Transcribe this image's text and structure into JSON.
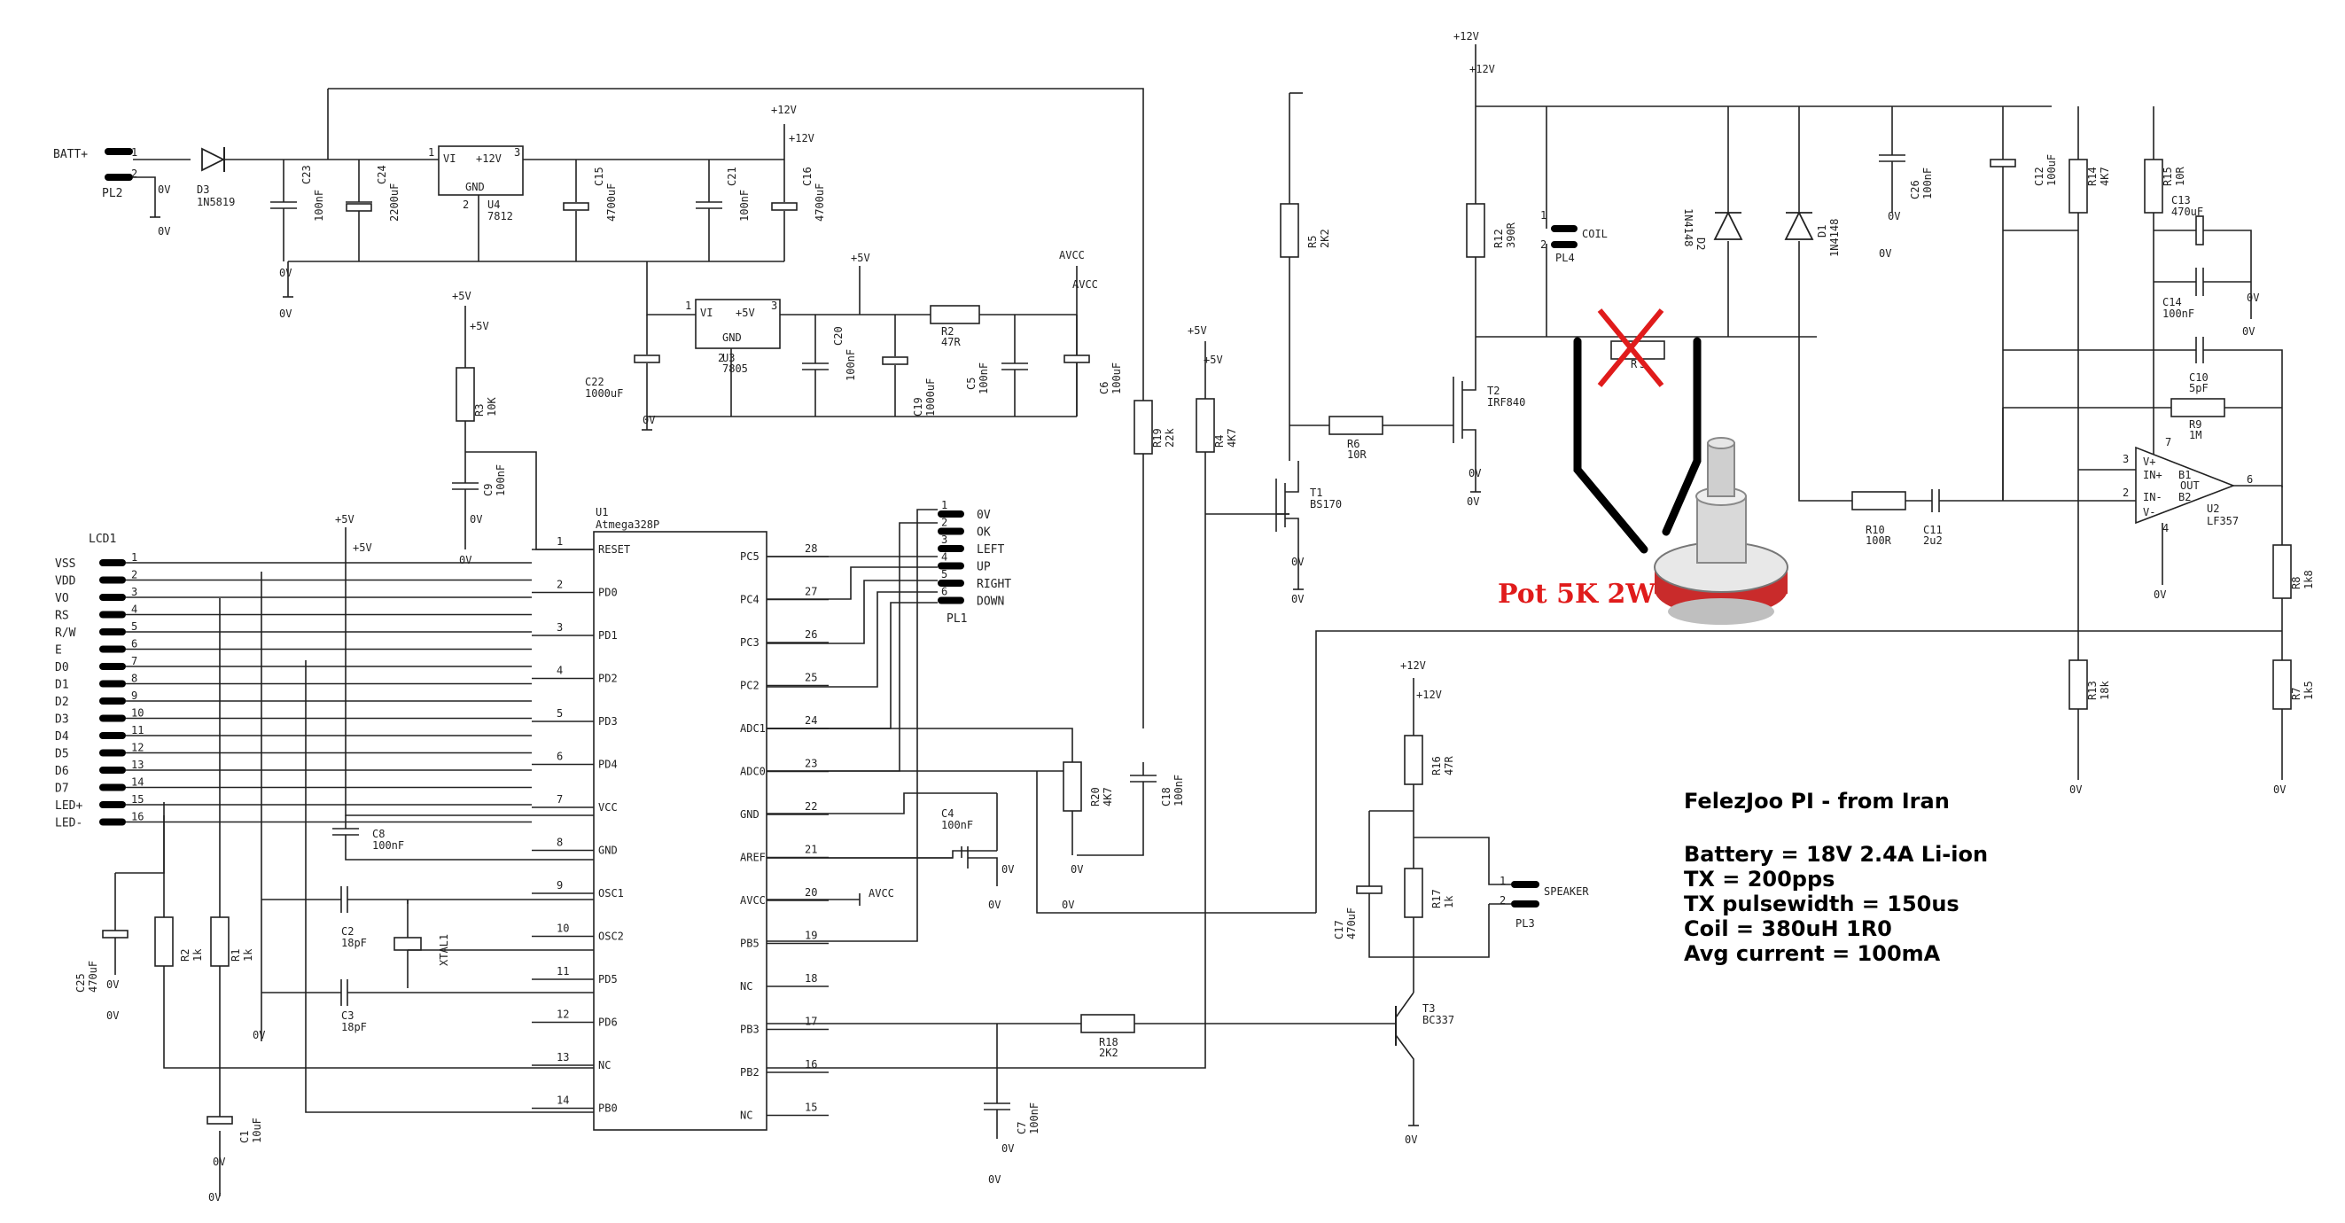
{
  "title_note": "FelezJoo PI - from Iran",
  "notes": [
    "Battery = 18V 2.4A Li-ion",
    "TX = 200pps",
    "TX pulsewidth = 150us",
    "Coil = 380uH 1R0",
    "Avg current = 100mA"
  ],
  "pot_caption": "Pot 5K 2W",
  "mcu": {
    "ref": "U1",
    "part": "Atmega328P",
    "left_pins": [
      {
        "num": "1",
        "name": "RESET"
      },
      {
        "num": "2",
        "name": "PD0"
      },
      {
        "num": "3",
        "name": "PD1"
      },
      {
        "num": "4",
        "name": "PD2"
      },
      {
        "num": "5",
        "name": "PD3"
      },
      {
        "num": "6",
        "name": "PD4"
      },
      {
        "num": "7",
        "name": "VCC"
      },
      {
        "num": "8",
        "name": "GND"
      },
      {
        "num": "9",
        "name": "OSC1"
      },
      {
        "num": "10",
        "name": "OSC2"
      },
      {
        "num": "11",
        "name": "PD5"
      },
      {
        "num": "12",
        "name": "PD6"
      },
      {
        "num": "13",
        "name": "NC"
      },
      {
        "num": "14",
        "name": "PB0"
      }
    ],
    "right_pins": [
      {
        "num": "28",
        "name": "PC5"
      },
      {
        "num": "27",
        "name": "PC4"
      },
      {
        "num": "26",
        "name": "PC3"
      },
      {
        "num": "25",
        "name": "PC2"
      },
      {
        "num": "24",
        "name": "ADC1"
      },
      {
        "num": "23",
        "name": "ADC0"
      },
      {
        "num": "22",
        "name": "GND"
      },
      {
        "num": "21",
        "name": "AREF"
      },
      {
        "num": "20",
        "name": "AVCC"
      },
      {
        "num": "19",
        "name": "PB5"
      },
      {
        "num": "18",
        "name": "NC"
      },
      {
        "num": "17",
        "name": "PB3"
      },
      {
        "num": "16",
        "name": "PB2"
      },
      {
        "num": "15",
        "name": "NC"
      }
    ]
  },
  "lcd": {
    "ref": "LCD1",
    "pins": [
      {
        "num": "1",
        "name": "VSS"
      },
      {
        "num": "2",
        "name": "VDD"
      },
      {
        "num": "3",
        "name": "VO"
      },
      {
        "num": "4",
        "name": "RS"
      },
      {
        "num": "5",
        "name": "R/W"
      },
      {
        "num": "6",
        "name": "E"
      },
      {
        "num": "7",
        "name": "D0"
      },
      {
        "num": "8",
        "name": "D1"
      },
      {
        "num": "9",
        "name": "D2"
      },
      {
        "num": "10",
        "name": "D3"
      },
      {
        "num": "11",
        "name": "D4"
      },
      {
        "num": "12",
        "name": "D5"
      },
      {
        "num": "13",
        "name": "D6"
      },
      {
        "num": "14",
        "name": "D7"
      },
      {
        "num": "15",
        "name": "LED+"
      },
      {
        "num": "16",
        "name": "LED-"
      }
    ]
  },
  "pl1": {
    "ref": "PL1",
    "pins": [
      {
        "num": "1",
        "name": "0V"
      },
      {
        "num": "2",
        "name": "OK"
      },
      {
        "num": "3",
        "name": "LEFT"
      },
      {
        "num": "4",
        "name": "UP"
      },
      {
        "num": "5",
        "name": "RIGHT"
      },
      {
        "num": "6",
        "name": "DOWN"
      }
    ]
  },
  "pl2": {
    "ref": "PL2",
    "label": "BATT+",
    "pins": [
      "1",
      "2"
    ]
  },
  "pl3": {
    "ref": "PL3",
    "label": "SPEAKER",
    "pins": [
      "1",
      "2"
    ]
  },
  "pl4": {
    "ref": "PL4",
    "label": "COIL",
    "pins": [
      "1",
      "2"
    ]
  },
  "opamp": {
    "ref": "U2",
    "part": "LF357",
    "pins": {
      "vp": "V+",
      "inp": "IN+",
      "inn": "IN-",
      "vn": "V-",
      "b1": "B1",
      "b2": "B2",
      "out": "OUT",
      "p7": "7",
      "p3": "3",
      "p2": "2",
      "p4": "4",
      "p6": "6"
    }
  },
  "regs": [
    {
      "ref": "U4",
      "part": "7812",
      "vi": "VI",
      "vo": "+12V",
      "gnd": "GND",
      "p1": "1",
      "p2": "2",
      "p3": "3"
    },
    {
      "ref": "U3",
      "part": "7805",
      "vi": "VI",
      "vo": "+5V",
      "gnd": "GND",
      "p1": "1",
      "p2": "2",
      "p3": "3"
    }
  ],
  "rails": {
    "v12": "+12V",
    "v5": "+5V",
    "avcc": "AVCC",
    "gnd": "0V"
  },
  "parts": {
    "D3": {
      "ref": "D3",
      "val": "1N5819"
    },
    "C23": {
      "ref": "C23",
      "val": "100nF"
    },
    "C24": {
      "ref": "C24",
      "val": "2200uF"
    },
    "C15": {
      "ref": "C15",
      "val": "4700uF"
    },
    "C21": {
      "ref": "C21",
      "val": "100nF"
    },
    "C16": {
      "ref": "C16",
      "val": "4700uF"
    },
    "C22": {
      "ref": "C22",
      "val": "1000uF"
    },
    "C20": {
      "ref": "C20",
      "val": "100nF"
    },
    "C19": {
      "ref": "C19",
      "val": "1000uF"
    },
    "R2": {
      "ref": "R2",
      "val": "47R"
    },
    "C5": {
      "ref": "C5",
      "val": "100nF"
    },
    "C6": {
      "ref": "C6",
      "val": "100uF"
    },
    "R3": {
      "ref": "R3",
      "val": "10K"
    },
    "C9": {
      "ref": "C9",
      "val": "100nF"
    },
    "R19": {
      "ref": "R19",
      "val": "22k"
    },
    "R4": {
      "ref": "R4",
      "val": "4K7"
    },
    "R5": {
      "ref": "R5",
      "val": "2K2"
    },
    "T1": {
      "ref": "T1",
      "val": "BS170"
    },
    "R6": {
      "ref": "R6",
      "val": "10R"
    },
    "T2": {
      "ref": "T2",
      "val": "IRF840"
    },
    "R12": {
      "ref": "R12",
      "val": "390R"
    },
    "D2": {
      "ref": "D2",
      "val": "1N4148"
    },
    "D1": {
      "ref": "D1",
      "val": "1N4148"
    },
    "R": {
      "ref": "R",
      "val": "3"
    },
    "C26": {
      "ref": "C26",
      "val": "100nF"
    },
    "C12": {
      "ref": "C12",
      "val": "100uF"
    },
    "R14": {
      "ref": "R14",
      "val": "4K7"
    },
    "R15": {
      "ref": "R15",
      "val": "10R"
    },
    "C13": {
      "ref": "C13",
      "val": "470uF"
    },
    "C14": {
      "ref": "C14",
      "val": "100nF"
    },
    "C10": {
      "ref": "C10",
      "val": "5pF"
    },
    "R9": {
      "ref": "R9",
      "val": "1M"
    },
    "R10": {
      "ref": "R10",
      "val": "100R"
    },
    "C11": {
      "ref": "C11",
      "val": "2u2"
    },
    "R8": {
      "ref": "R8",
      "val": "1k8"
    },
    "R13": {
      "ref": "R13",
      "val": "18k"
    },
    "R7": {
      "ref": "R7",
      "val": "1k5"
    },
    "R20": {
      "ref": "R20",
      "val": "4K7"
    },
    "C18": {
      "ref": "C18",
      "val": "100nF"
    },
    "C4": {
      "ref": "C4",
      "val": "100nF"
    },
    "C8": {
      "ref": "C8",
      "val": "100nF"
    },
    "C2": {
      "ref": "C2",
      "val": "18pF"
    },
    "C3": {
      "ref": "C3",
      "val": "18pF"
    },
    "XTAL1": {
      "ref": "XTAL1",
      "val": ""
    },
    "C25": {
      "ref": "C25",
      "val": "470uF"
    },
    "R2b": {
      "ref": "R2",
      "val": "1k"
    },
    "R1": {
      "ref": "R1",
      "val": "1k"
    },
    "C1": {
      "ref": "C1",
      "val": "10uF"
    },
    "R16": {
      "ref": "R16",
      "val": "47R"
    },
    "R17": {
      "ref": "R17",
      "val": "1k"
    },
    "C17": {
      "ref": "C17",
      "val": "470uF"
    },
    "T3": {
      "ref": "T3",
      "val": "BC337"
    },
    "R18": {
      "ref": "R18",
      "val": "2K2"
    },
    "C7": {
      "ref": "C7",
      "val": "100nF"
    }
  }
}
